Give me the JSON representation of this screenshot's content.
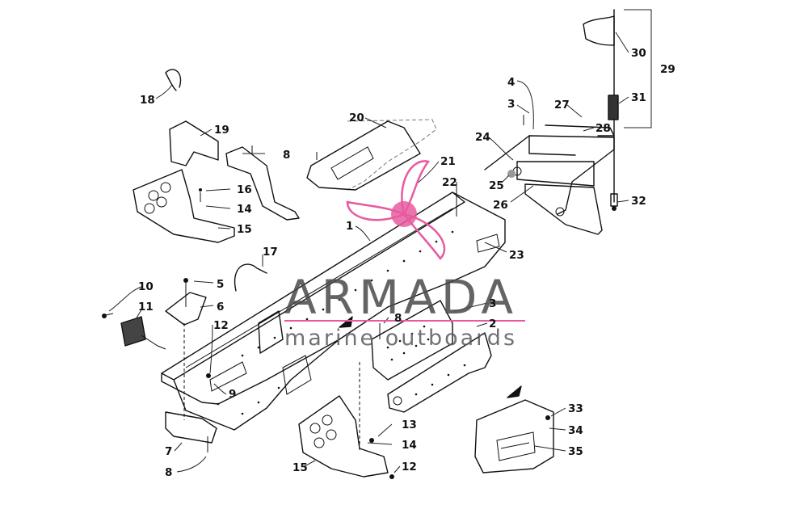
{
  "watermark": {
    "title": "ARMADA",
    "subtitle": "marine outboards",
    "accent_color": "#e85aa0"
  },
  "callouts": [
    "1",
    "2",
    "3",
    "3",
    "4",
    "5",
    "6",
    "7",
    "8",
    "8",
    "8",
    "9",
    "10",
    "11",
    "12",
    "12",
    "13",
    "14",
    "14",
    "15",
    "15",
    "16",
    "17",
    "18",
    "19",
    "20",
    "21",
    "22",
    "23",
    "24",
    "25",
    "26",
    "27",
    "28",
    "29",
    "30",
    "31",
    "32",
    "33",
    "34",
    "35"
  ]
}
